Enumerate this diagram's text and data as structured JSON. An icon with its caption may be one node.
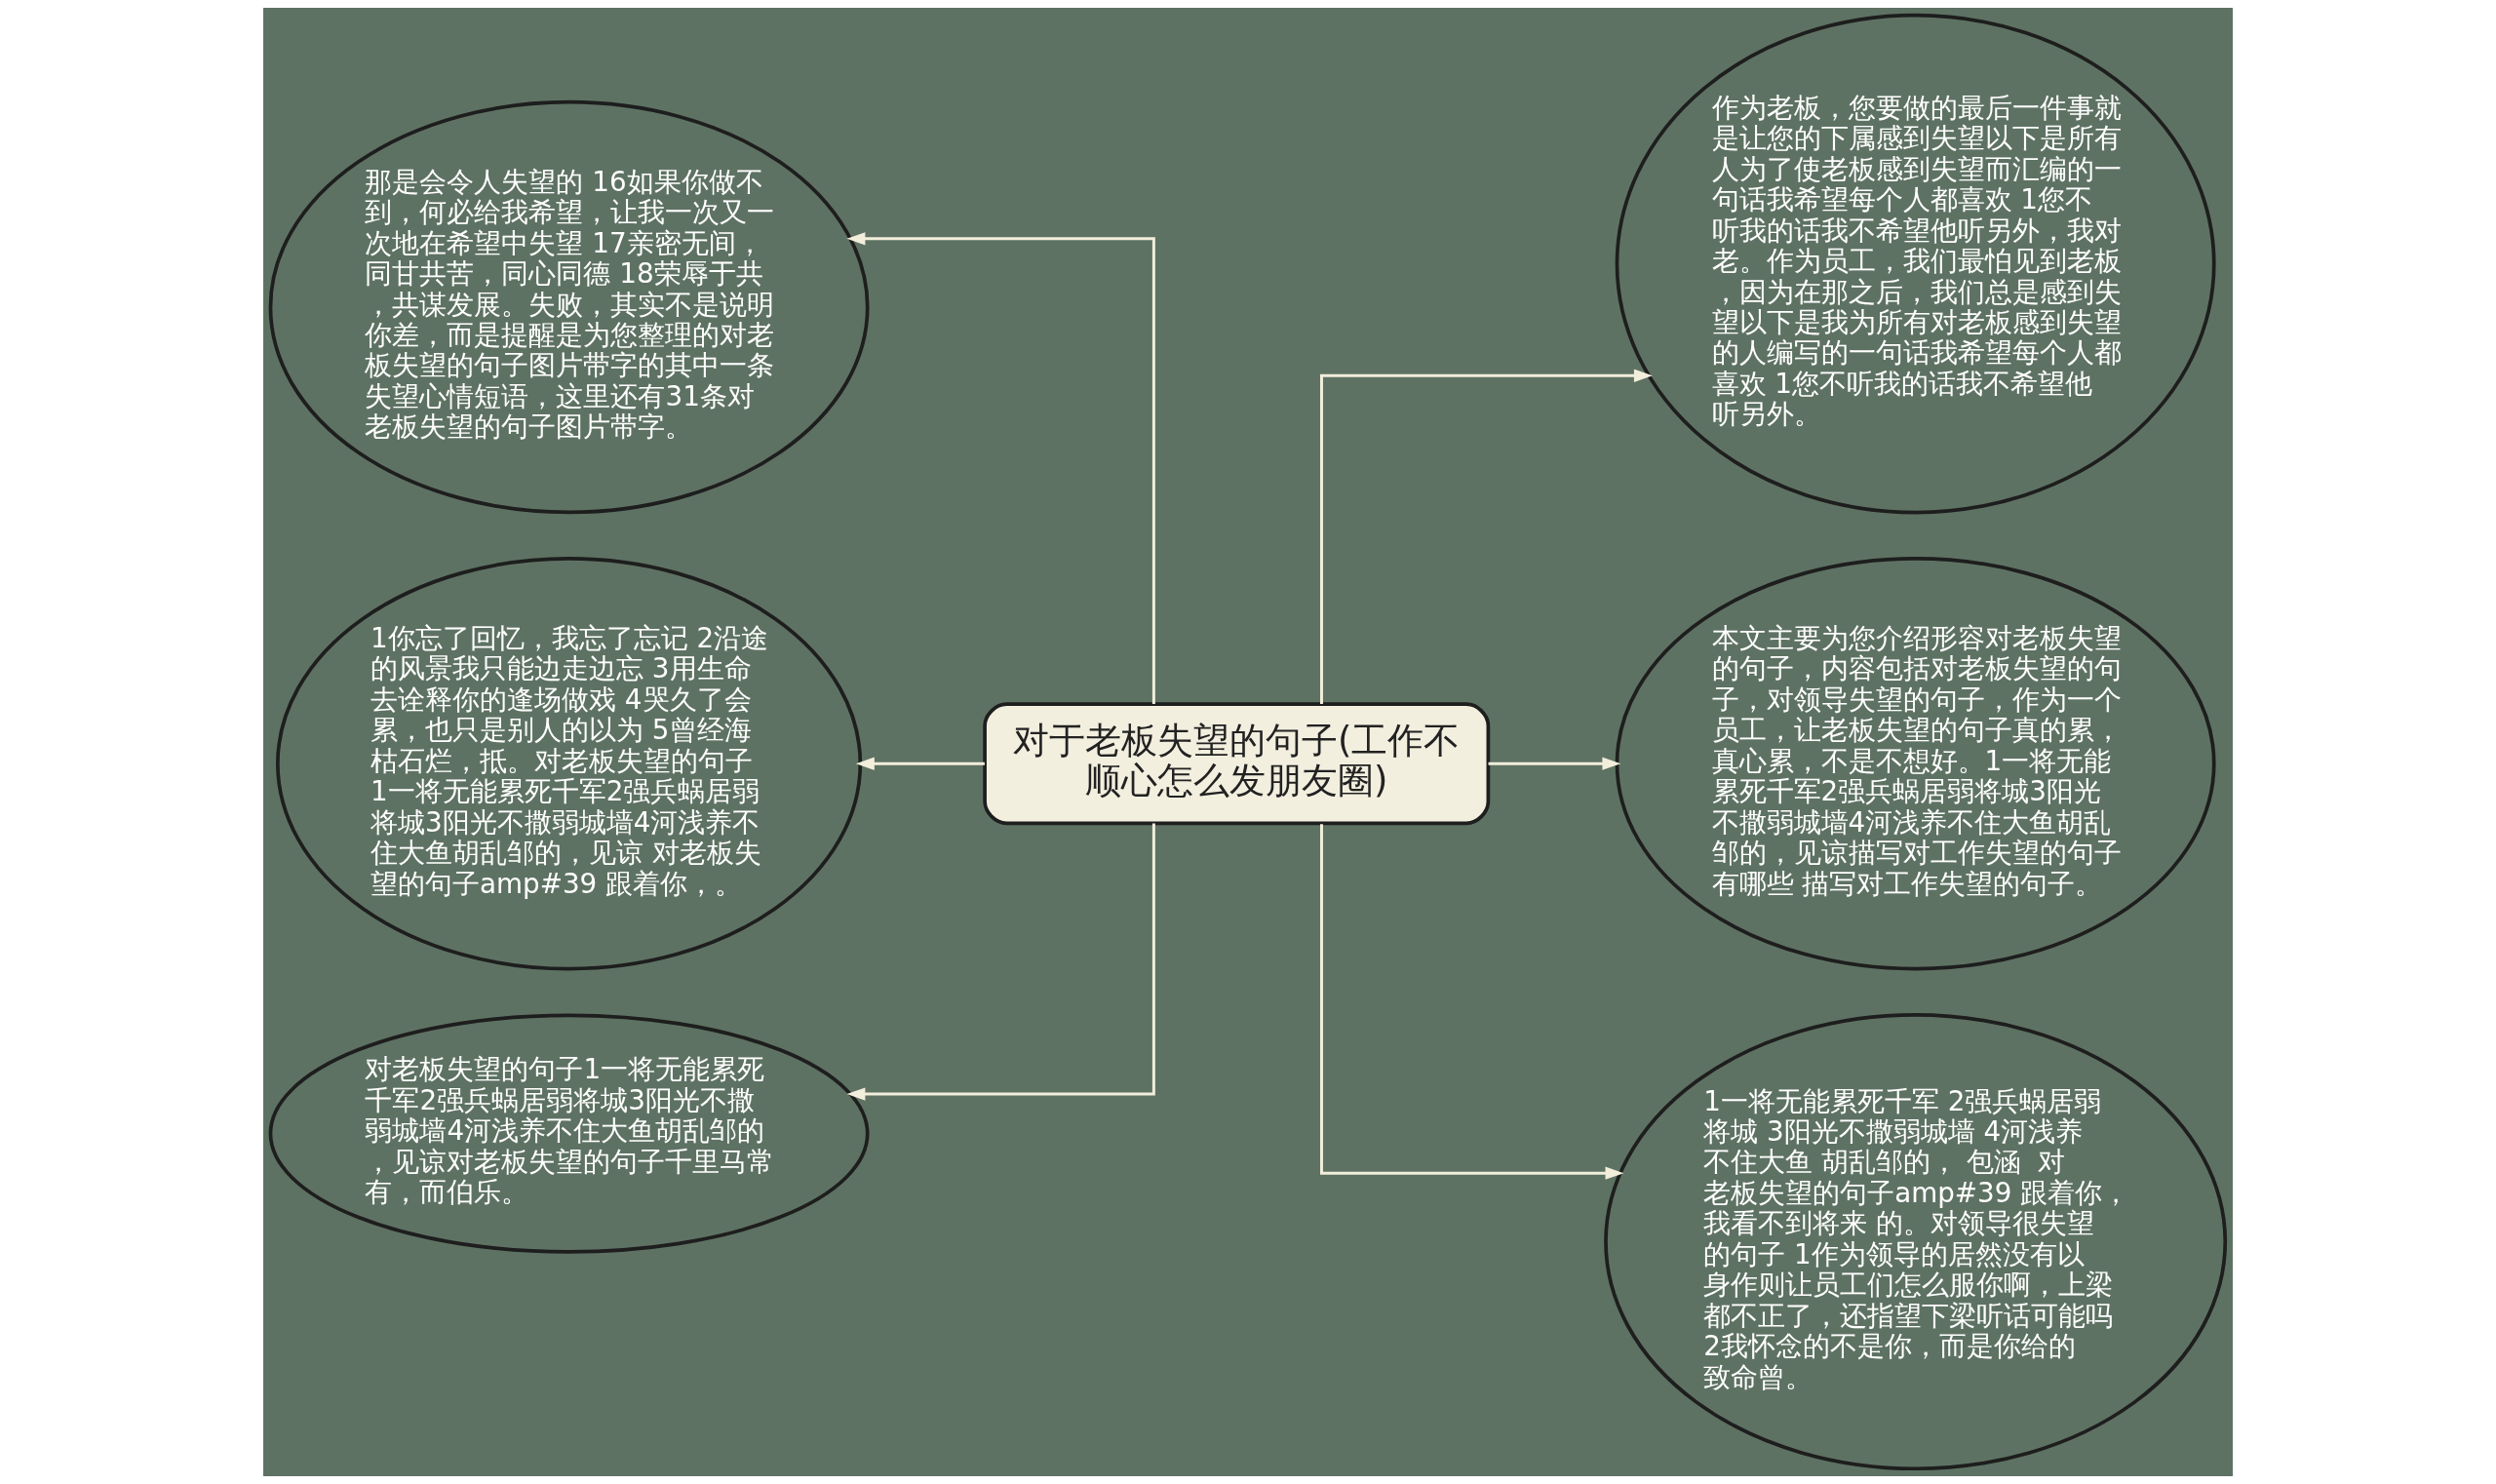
{
  "diagram": {
    "nodes": [
      {
        "text": [
          "对于老板失望的句子(工作不顺心怎么发朋友圈)"
        ]
      },
      {
        "text": [
          "那是会令人失望的 16如果你做不到，何必给我希望，让我一次又一次地在希望中失望 17亲密无间，同甘共苦，同心同德 18荣辱于共，共谋发展。失败，其实不是说明你差，而是提醒是为您整理的对老板失望的句子图片带字的其中一条失望心情短语，这里还有31条对老板失望的句子图片带字。"
        ]
      },
      {
        "text": [
          "1你忘了回忆，我忘了忘记 2沿途的风景我只能边走边忘 3用生命去诠释你的逢场做戏 4哭久了会累，也只是别人的以为 5曾经海枯石烂，抵。对老板失望的句子 1一将无能累死千军2强兵蜗居弱将城3阳光不撒弱城墙4河浅养不住大鱼胡乱邹的，见谅 对老板失望的句子amp#39 跟着你，。"
        ]
      },
      {
        "text": [
          "对老板失望的句子1一将无能累死千军2强兵蜗居弱将城3阳光不撒弱城墙4河浅养不住大鱼胡乱邹的，见谅对老板失望的句子千里马常有，而伯乐。"
        ]
      },
      {
        "text": [
          "作为老板，您要做的最后一件事就是让您的下属感到失望以下是所有人为了使老板感到失望而汇编的一句话我希望每个人都喜欢 1您不听我的话我不希望他听另外，我对老。作为员工，我们最怕见到老板，因为在那之后，我们总是感到失望以下是我为所有对老板感到失望的人编写的一句话我希望每个人都喜欢 1您不听我的话我不希望他听另外。"
        ]
      },
      {
        "text": [
          "本文主要为您介绍形容对老板失望的句子，内容包括对老板失望的句子，对领导失望的句子，作为一个员工，让老板失望的句子真的累，真心累，不是不想好。1一将无能累死千军2强兵蜗居弱将城3阳光不撒弱城墙4河浅养不住大鱼胡乱邹的，见谅描写对工作失望的句子有哪些 描写对工作失望的句子。"
        ]
      },
      {
        "text": [
          "1一将无能累死千军 2强兵蜗居弱将城 3阳光不撒弱城墙 4河浅养不住大鱼 胡乱邹的， 包涵  对老板失望的句子amp#39 跟着你，我看不到将来 的。对领导很失望的句子 1作为领导的居然没有以身作则让员工们怎么服你啊，上梁都不正了，还指望下梁听话可能吗 2我怀念的不是你，而是你给的致命曾。"
        ]
      }
    ],
    "edges": [
      {
        "from": 0,
        "to": 1,
        "arrow": "to"
      },
      {
        "from": 0,
        "to": 2,
        "arrow": "to"
      },
      {
        "from": 0,
        "to": 3,
        "arrow": "to"
      },
      {
        "from": 0,
        "to": 4,
        "arrow": "to"
      },
      {
        "from": 0,
        "to": 5,
        "arrow": "to"
      },
      {
        "from": 0,
        "to": 6,
        "arrow": "to"
      }
    ]
  }
}
